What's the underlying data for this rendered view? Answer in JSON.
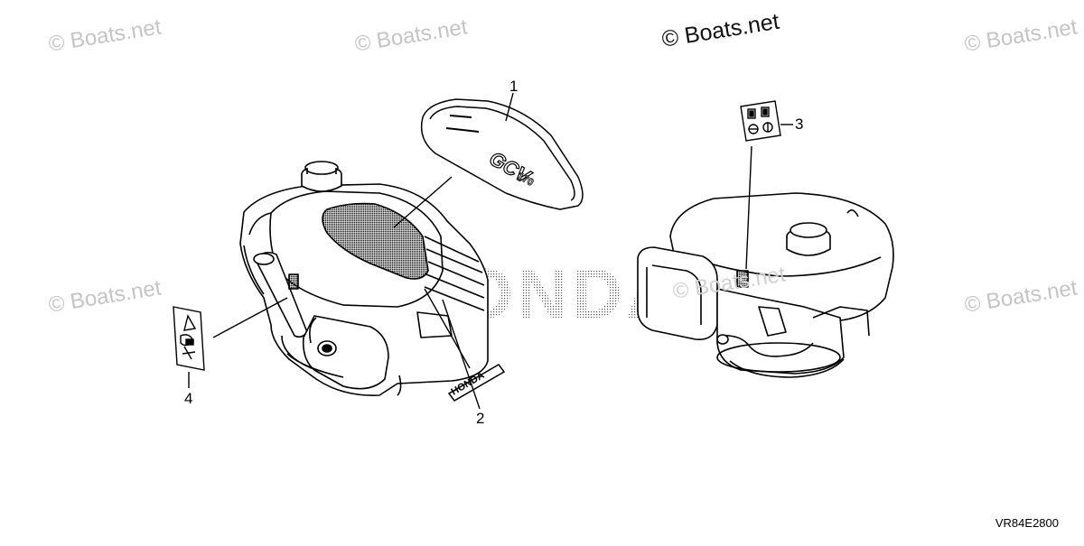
{
  "watermarks": {
    "corner": "© Boats.net",
    "main": "© Boats.net"
  },
  "brand_watermark": "HONDA",
  "callouts": [
    "1",
    "2",
    "3",
    "4"
  ],
  "diagram_code": "VR84E2800",
  "decal_1": {
    "brand_text": "GCV",
    "sub_text": "170"
  },
  "decal_2": {
    "text": "HONDA"
  }
}
